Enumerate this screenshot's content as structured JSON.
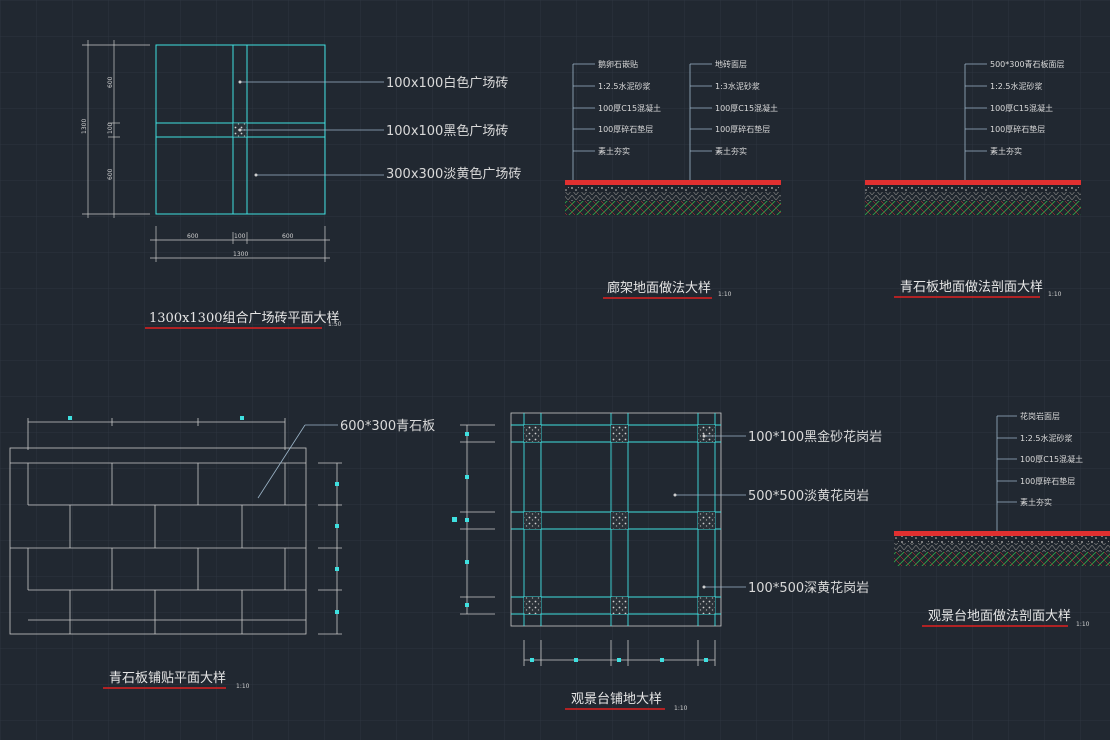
{
  "colors": {
    "background": "#212831",
    "grid": "#2b333d",
    "cyan": "#3fe0e0",
    "text": "#d9d9d9",
    "underline": "#e02020",
    "white_line": "#c8c8c8"
  },
  "tile_plan": {
    "title": "1300x1300组合广场砖平面大样",
    "scale": "1:50",
    "labels": [
      "100x100白色广场砖",
      "100x100黑色广场砖",
      "300x300淡黄色广场砖"
    ],
    "dims_bottom": [
      "600",
      "100",
      "600"
    ],
    "dim_total": "1300",
    "dims_left": [
      "600",
      "100",
      "600"
    ],
    "dim_left_total": "1300"
  },
  "corridor_section": {
    "title": "廊架地面做法大样",
    "scale": "1:10",
    "left_layers": [
      "鹅卵石嵌贴",
      "1:2.5水泥砂浆",
      "100厚C15混凝土",
      "100厚碎石垫层",
      "素土夯实"
    ],
    "right_layers": [
      "地砖面层",
      "1:3水泥砂浆",
      "100厚C15混凝土",
      "100厚碎石垫层",
      "素土夯实"
    ]
  },
  "bluestone_section": {
    "title": "青石板地面做法剖面大样",
    "scale": "1:10",
    "layers": [
      "500*300青石板面层",
      "1:2.5水泥砂浆",
      "100厚C15混凝土",
      "100厚碎石垫层",
      "素土夯实"
    ]
  },
  "bluestone_plan": {
    "title": "青石板铺贴平面大样",
    "scale": "1:10",
    "label": "600*300青石板"
  },
  "deck_plan": {
    "title": "观景台铺地大样",
    "scale": "1:10",
    "labels": [
      "100*100黑金砂花岗岩",
      "500*500淡黄花岗岩",
      "100*500深黄花岗岩"
    ]
  },
  "deck_section": {
    "title": "观景台地面做法剖面大样",
    "scale": "1:10",
    "layers": [
      "花岗岩面层",
      "1:2.5水泥砂浆",
      "100厚C15混凝土",
      "100厚碎石垫层",
      "素土夯实"
    ]
  }
}
